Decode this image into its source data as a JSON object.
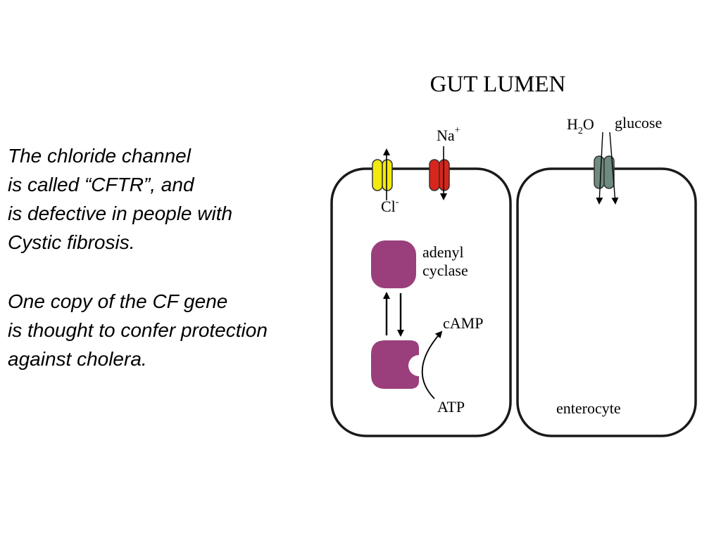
{
  "text_block": {
    "paragraph_1": [
      "The chloride channel",
      "is called “CFTR”, and",
      "is defective in people with",
      "Cystic fibrosis."
    ],
    "paragraph_2": [
      "One copy of the CF gene",
      "is thought to confer protection",
      "against cholera."
    ]
  },
  "diagram": {
    "title": "GUT LUMEN",
    "labels": {
      "na": "Na",
      "na_sup": "+",
      "cl": "Cl",
      "cl_sup": "-",
      "h2o_h": "H",
      "h2o_sub": "2",
      "h2o_o": "O",
      "glucose": "glucose",
      "adenyl": "adenyl",
      "cyclase": "cyclase",
      "camp": "cAMP",
      "atp": "ATP",
      "enterocyte": "enterocyte"
    },
    "colors": {
      "cl_channel": "#f2ea0c",
      "na_channel": "#d9261c",
      "h2o_glucose_channel": "#6f8a7e",
      "enzyme": "#9a3f7c",
      "cell_outline": "#1a1a1a"
    }
  }
}
